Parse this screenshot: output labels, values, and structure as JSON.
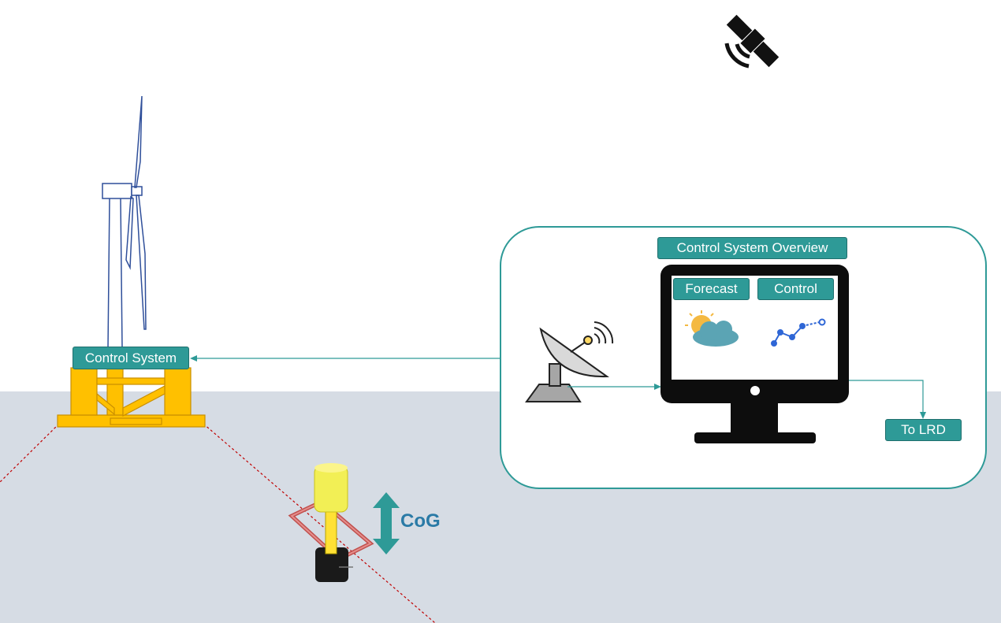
{
  "labels": {
    "control_system": "Control System",
    "overview_title": "Control System Overview",
    "forecast": "Forecast",
    "control": "Control",
    "to_lrd": "To LRD",
    "cog": "CoG"
  },
  "colors": {
    "teal": "#2e9a97",
    "teal_dark": "#1f6f6d",
    "platform_yellow": "#ffc000",
    "sea": "#d6dce4",
    "turbine_outline": "#2f4f9a",
    "mooring_line": "#c00000",
    "cog_text": "#2a7aa6"
  },
  "icons": [
    "satellite-icon",
    "wind-turbine-icon",
    "floating-platform-icon",
    "satellite-dish-icon",
    "monitor-icon",
    "weather-cloud-sun-icon",
    "line-graph-icon",
    "damper-device-icon",
    "double-arrow-icon"
  ]
}
